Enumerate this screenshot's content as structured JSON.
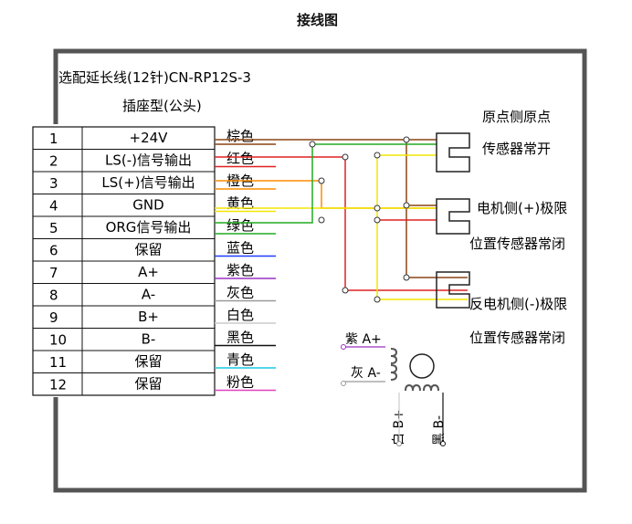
{
  "title": "接线图",
  "cable": {
    "line1": "选配延长线(12针)CN-RP12S-3",
    "line2": "插座型(公头)"
  },
  "pins": [
    {
      "num": "1",
      "signal": "+24V",
      "wire": "棕色",
      "color": "#8B4513"
    },
    {
      "num": "2",
      "signal": "LS(-)信号输出",
      "wire": "红色",
      "color": "#e02020"
    },
    {
      "num": "3",
      "signal": "LS(+)信号输出",
      "wire": "橙色",
      "color": "#ff8c00"
    },
    {
      "num": "4",
      "signal": "GND",
      "wire": "黄色",
      "color": "#f2e600"
    },
    {
      "num": "5",
      "signal": "ORG信号输出",
      "wire": "绿色",
      "color": "#22aa22"
    },
    {
      "num": "6",
      "signal": "保留",
      "wire": "蓝色",
      "color": "#1f3cff"
    },
    {
      "num": "7",
      "signal": "A+",
      "wire": "紫色",
      "color": "#9b30c0"
    },
    {
      "num": "8",
      "signal": "A-",
      "wire": "灰色",
      "color": "#999999"
    },
    {
      "num": "9",
      "signal": "B+",
      "wire": "白色",
      "color": "#cccccc"
    },
    {
      "num": "10",
      "signal": "B-",
      "wire": "黑色",
      "color": "#111111"
    },
    {
      "num": "11",
      "signal": "保留",
      "wire": "青色",
      "color": "#18c8e0"
    },
    {
      "num": "12",
      "signal": "保留",
      "wire": "粉色",
      "color": "#e040c0"
    }
  ],
  "sensors": {
    "origin": {
      "line1": "原点侧原点",
      "line2": "传感器常开"
    },
    "plus": {
      "line1": "电机侧(+)极限",
      "line2": "位置传感器常闭"
    },
    "minus": {
      "line1": "反电机侧(-)极限",
      "line2": "位置传感器常闭"
    }
  },
  "motor": {
    "a_plus": "紫 A+",
    "a_minus": "灰 A-",
    "b_plus": "白 B+",
    "b_minus": "黑 B-"
  }
}
